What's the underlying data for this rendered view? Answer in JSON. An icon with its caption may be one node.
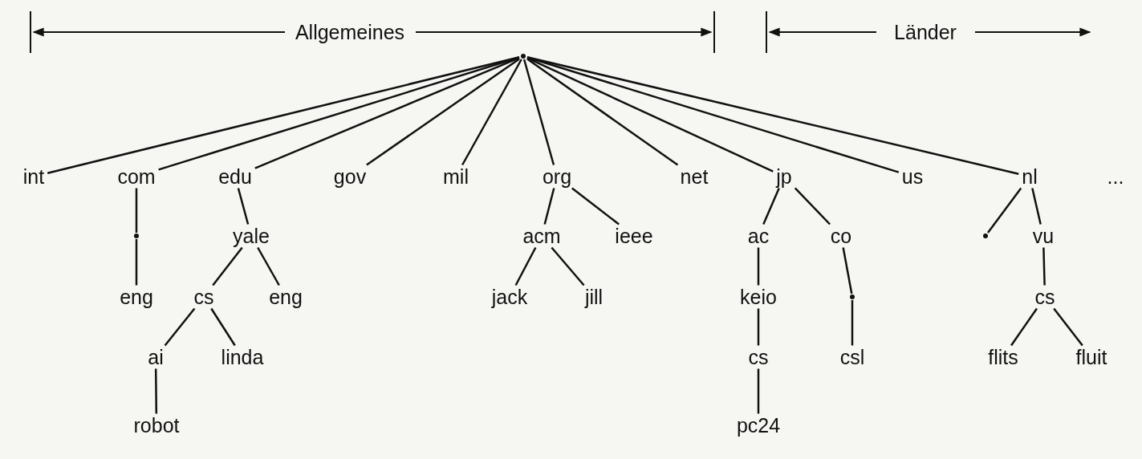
{
  "diagram": {
    "nodes": [
      {
        "text": [],
        "shape": "dot"
      },
      {
        "text": [
          "int"
        ]
      },
      {
        "text": [
          "com"
        ]
      },
      {
        "text": [
          "edu"
        ]
      },
      {
        "text": [
          "gov"
        ]
      },
      {
        "text": [
          "mil"
        ]
      },
      {
        "text": [
          "org"
        ]
      },
      {
        "text": [
          "net"
        ]
      },
      {
        "text": [
          "jp"
        ]
      },
      {
        "text": [
          "us"
        ]
      },
      {
        "text": [
          "nl"
        ]
      },
      {
        "text": [],
        "shape": "dot"
      },
      {
        "text": [
          "eng"
        ]
      },
      {
        "text": [
          "yale"
        ]
      },
      {
        "text": [
          "cs"
        ]
      },
      {
        "text": [
          "eng"
        ]
      },
      {
        "text": [
          "ai"
        ]
      },
      {
        "text": [
          "linda"
        ]
      },
      {
        "text": [
          "robot"
        ]
      },
      {
        "text": [
          "acm"
        ]
      },
      {
        "text": [
          "ieee"
        ]
      },
      {
        "text": [
          "jack"
        ]
      },
      {
        "text": [
          "jill"
        ]
      },
      {
        "text": [
          "ac"
        ]
      },
      {
        "text": [
          "co"
        ]
      },
      {
        "text": [
          "keio"
        ]
      },
      {
        "text": [],
        "shape": "dot"
      },
      {
        "text": [
          "cs"
        ]
      },
      {
        "text": [
          "csl"
        ]
      },
      {
        "text": [
          "pc24"
        ]
      },
      {
        "text": [],
        "shape": "dot"
      },
      {
        "text": [
          "vu"
        ]
      },
      {
        "text": [
          "cs"
        ]
      },
      {
        "text": [
          "flits"
        ]
      },
      {
        "text": [
          "fluit"
        ]
      }
    ],
    "edges": [
      {
        "from": 0,
        "to": 1,
        "arrow": "none"
      },
      {
        "from": 0,
        "to": 2,
        "arrow": "none"
      },
      {
        "from": 0,
        "to": 3,
        "arrow": "none"
      },
      {
        "from": 0,
        "to": 4,
        "arrow": "none"
      },
      {
        "from": 0,
        "to": 5,
        "arrow": "none"
      },
      {
        "from": 0,
        "to": 6,
        "arrow": "none"
      },
      {
        "from": 0,
        "to": 7,
        "arrow": "none"
      },
      {
        "from": 0,
        "to": 8,
        "arrow": "none"
      },
      {
        "from": 0,
        "to": 9,
        "arrow": "none"
      },
      {
        "from": 0,
        "to": 10,
        "arrow": "none"
      },
      {
        "from": 2,
        "to": 11,
        "arrow": "none"
      },
      {
        "from": 11,
        "to": 12,
        "arrow": "none"
      },
      {
        "from": 3,
        "to": 13,
        "arrow": "none"
      },
      {
        "from": 13,
        "to": 14,
        "arrow": "none"
      },
      {
        "from": 13,
        "to": 15,
        "arrow": "none"
      },
      {
        "from": 14,
        "to": 16,
        "arrow": "none"
      },
      {
        "from": 14,
        "to": 17,
        "arrow": "none"
      },
      {
        "from": 16,
        "to": 18,
        "arrow": "none"
      },
      {
        "from": 6,
        "to": 19,
        "arrow": "none"
      },
      {
        "from": 6,
        "to": 20,
        "arrow": "none"
      },
      {
        "from": 19,
        "to": 21,
        "arrow": "none"
      },
      {
        "from": 19,
        "to": 22,
        "arrow": "none"
      },
      {
        "from": 8,
        "to": 23,
        "arrow": "none"
      },
      {
        "from": 8,
        "to": 24,
        "arrow": "none"
      },
      {
        "from": 23,
        "to": 25,
        "arrow": "none"
      },
      {
        "from": 25,
        "to": 27,
        "arrow": "none"
      },
      {
        "from": 27,
        "to": 29,
        "arrow": "none"
      },
      {
        "from": 24,
        "to": 26,
        "arrow": "none"
      },
      {
        "from": 26,
        "to": 28,
        "arrow": "none"
      },
      {
        "from": 10,
        "to": 30,
        "arrow": "none"
      },
      {
        "from": 10,
        "to": 31,
        "arrow": "none"
      },
      {
        "from": 31,
        "to": 32,
        "arrow": "none"
      },
      {
        "from": 32,
        "to": 33,
        "arrow": "none"
      },
      {
        "from": 32,
        "to": 34,
        "arrow": "none"
      }
    ],
    "labels": [
      "Allgemeines",
      "Länder",
      "..."
    ]
  }
}
